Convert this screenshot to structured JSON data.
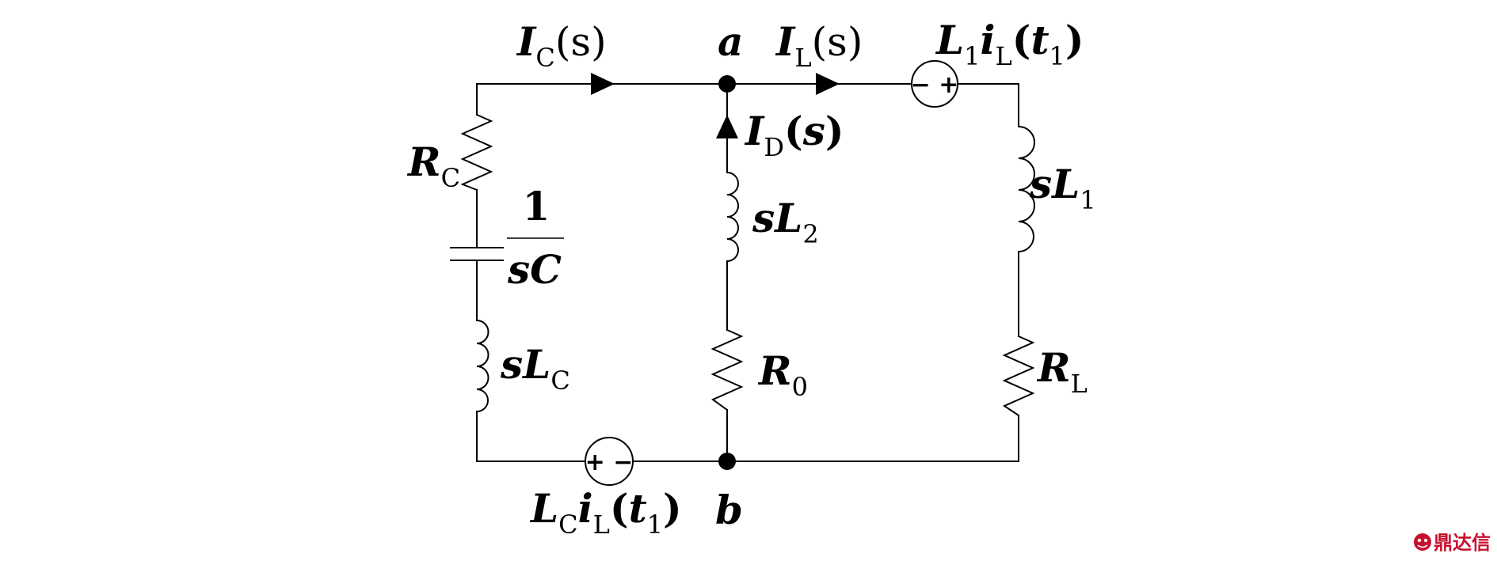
{
  "diagram": {
    "type": "circuit",
    "nodes": {
      "a": "a",
      "b": "b"
    },
    "currents": {
      "ic": {
        "main": "I",
        "sub": "C",
        "arg": "s"
      },
      "il": {
        "main": "I",
        "sub": "L",
        "arg": "s"
      },
      "id": {
        "main": "I",
        "sub": "D",
        "arg": "s"
      }
    },
    "components": {
      "rc": {
        "main": "R",
        "sub": "C"
      },
      "cap": {
        "numerator": "1",
        "denominator": "sC"
      },
      "slc": {
        "main": "sL",
        "sub": "C"
      },
      "sl2": {
        "main": "sL",
        "sub": "2"
      },
      "r0": {
        "main": "R",
        "sub": "0"
      },
      "sl1": {
        "main": "sL",
        "sub": "1"
      },
      "rl": {
        "main": "R",
        "sub": "L"
      }
    },
    "sources": {
      "top": {
        "l": "L",
        "l_sub": "1",
        "i": "i",
        "i_sub": "L",
        "t": "t",
        "t_sub": "1",
        "signs": "− +"
      },
      "bottom": {
        "l": "L",
        "l_sub": "C",
        "i": "i",
        "i_sub": "L",
        "t": "t",
        "t_sub": "1",
        "signs": "+ −"
      }
    }
  },
  "watermark": {
    "icon": "dingdaxin-logo-icon",
    "text": "鼎达信",
    "color": "#c8102e"
  }
}
